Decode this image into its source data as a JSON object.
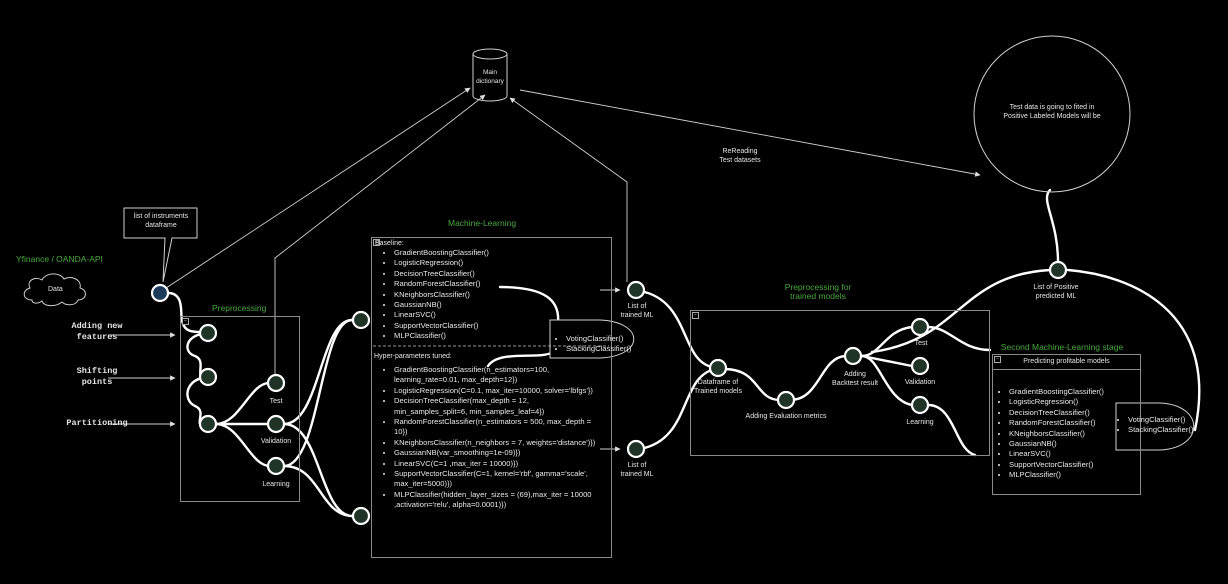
{
  "source": {
    "title": "Yfinance / OANDA-API",
    "cloud_label": "Data"
  },
  "callout": {
    "line1": "list of instruments",
    "line2": "dataframe"
  },
  "database": {
    "line1": "Main",
    "line2": "dictionary"
  },
  "rereading": {
    "line1": "ReReading",
    "line2": "Test datasets"
  },
  "test_circle": {
    "line1": "Test data is going to fited in",
    "line2": "Positive Labeled Models will be"
  },
  "left_steps": {
    "adding_features": {
      "line1": "Adding new",
      "line2": "features"
    },
    "shifting": {
      "line1": "Shifting",
      "line2": "points"
    },
    "partitioning": "Partitioning"
  },
  "preprocessing": {
    "title": "Preprocessing",
    "test": "Test",
    "validation": "Validation",
    "learning": "Learning"
  },
  "ml": {
    "title": "Machine-Learning",
    "baseline_header": "Baseline:",
    "baseline": [
      "GradientBoostingClassifier()",
      "LogisticRegression()",
      "DecisionTreeClassifier()",
      "RandomForestClassifier()",
      "KNeighborsClassifier()",
      "GaussianNB()",
      "LinearSVC()",
      "SupportVectorClassifier()",
      "MLPClassifier()"
    ],
    "tuned_header": "Hyper-parameters tuned:",
    "tuned": [
      "GradientBoostingClassifier(n_estimators=100, learning_rate=0.01, max_depth=12})",
      "LogisticRegression(C=0.1, max_iter=10000, solver='lbfgs'})",
      "DecisionTreeClassifier(max_depth = 12, min_samples_split=6, min_samples_leaf=4})",
      "RandomForestClassifier(n_estimators = 500, max_depth = 10})",
      "KNeighborsClassifier(n_neighbors = 7, weights='distance')})",
      "GaussianNB(var_smoothing=1e-09)})",
      "LinearSVC(C=1 ,max_iter = 10000)})",
      "SupportVectorClassifier(C=1, kernel='rbf', gamma='scale', max_iter=5000)})",
      "MLPClassifier(hidden_layer_sizes = (69),max_iter = 10000 ,activation='relu', alpha=0.0001)})"
    ],
    "ensemble": [
      "VotingClassifier()",
      "StackingClassifier()"
    ]
  },
  "list_trained_top": {
    "line1": "List of",
    "line2": "trained ML"
  },
  "list_trained_bottom": {
    "line1": "List of",
    "line2": "trained ML"
  },
  "pre_trained": {
    "title1": "Preprocessing for",
    "title2": "trained models",
    "dataframe1": "Dataframe of",
    "dataframe2": "Trained models",
    "eval": "Adding Evaluation metrics",
    "backtest1": "Adding",
    "backtest2": "Backtest result",
    "test": "Test",
    "validation": "Validation",
    "learning": "Learning"
  },
  "positive": {
    "line1": "List of Positive",
    "line2": "predicted ML"
  },
  "second": {
    "title": "Second Machine-Learning stage",
    "header": "Predicting profitable models",
    "models": [
      "GradientBoostingClassifier()",
      "LogisticRegression()",
      "DecisionTreeClassifier()",
      "RandomForestClassifier()",
      "KNeighborsClassifier()",
      "GaussianNB()",
      "LinearSVC()",
      "SupportVectorClassifier()",
      "MLPClassifier()"
    ],
    "ensemble": [
      "VotingClassifier()",
      "StackingClassifier()"
    ]
  },
  "colors": {
    "background": "#000000",
    "accent_green": "#4aa83f",
    "node_fill": "#1f3327",
    "data_node_fill": "#1c3a5c"
  }
}
